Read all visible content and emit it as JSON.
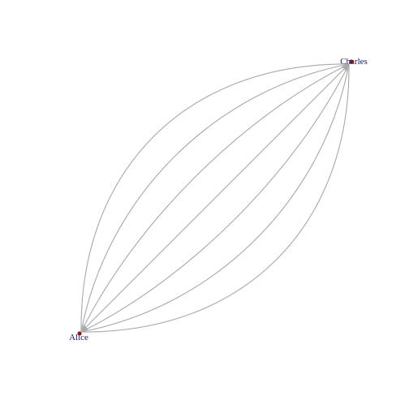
{
  "graph": {
    "nodes": [
      {
        "id": "alice",
        "label": "Alice"
      },
      {
        "id": "charles",
        "label": "Charles"
      }
    ],
    "edges": [
      {
        "from": "alice",
        "to": "charles"
      },
      {
        "from": "alice",
        "to": "charles"
      },
      {
        "from": "alice",
        "to": "charles"
      },
      {
        "from": "alice",
        "to": "charles"
      },
      {
        "from": "alice",
        "to": "charles"
      },
      {
        "from": "alice",
        "to": "charles"
      },
      {
        "from": "alice",
        "to": "charles"
      }
    ]
  },
  "colors": {
    "edge": "#a8a8a8",
    "label": "#191970",
    "node": "#8b1a1a",
    "background": "#ffffff"
  }
}
